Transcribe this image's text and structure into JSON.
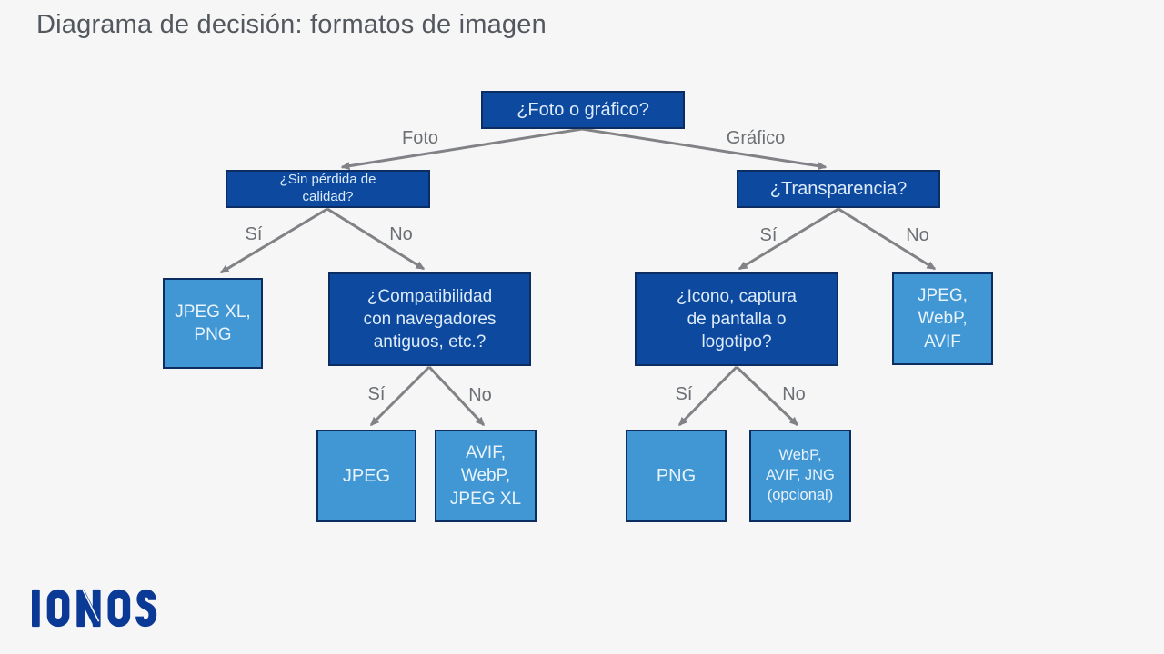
{
  "title": "Diagrama de decisión: formatos de imagen",
  "logo": {
    "text": "IONOS"
  },
  "colors": {
    "background": "#f6f6f7",
    "title_text": "#53585e",
    "decision_box": "#0d4a9f",
    "result_box": "#4097d4",
    "box_border": "#0b2d62",
    "box_text": "#e9f3fc",
    "arrow": "#808285",
    "edge_label_text": "#6c7074",
    "logo_blue": "#0b3a96"
  },
  "nodes": {
    "root": "¿Foto o gráfico?",
    "lossless": "¿Sin pérdida de\ncalidad?",
    "transparency": "¿Transparencia?",
    "jpegxl_png": "JPEG XL,\nPNG",
    "compat": "¿Compatibilidad\ncon navegadores\nantiguos, etc.?",
    "icon_screenshot_logo": "¿Icono, captura\nde pantalla o\nlogotipo?",
    "jpeg_webp_avif": "JPEG,\nWebP,\nAVIF",
    "jpeg": "JPEG",
    "avif_webp_jpegxl": "AVIF,\nWebP,\nJPEG XL",
    "png": "PNG",
    "webp_avif_jng": "WebP,\nAVIF, JNG\n(opcional)"
  },
  "edge_labels": {
    "foto": "Foto",
    "grafico": "Gráfico",
    "lossless_si": "Sí",
    "lossless_no": "No",
    "transparency_si": "Sí",
    "transparency_no": "No",
    "compat_si": "Sí",
    "compat_no": "No",
    "icon_si": "Sí",
    "icon_no": "No"
  }
}
